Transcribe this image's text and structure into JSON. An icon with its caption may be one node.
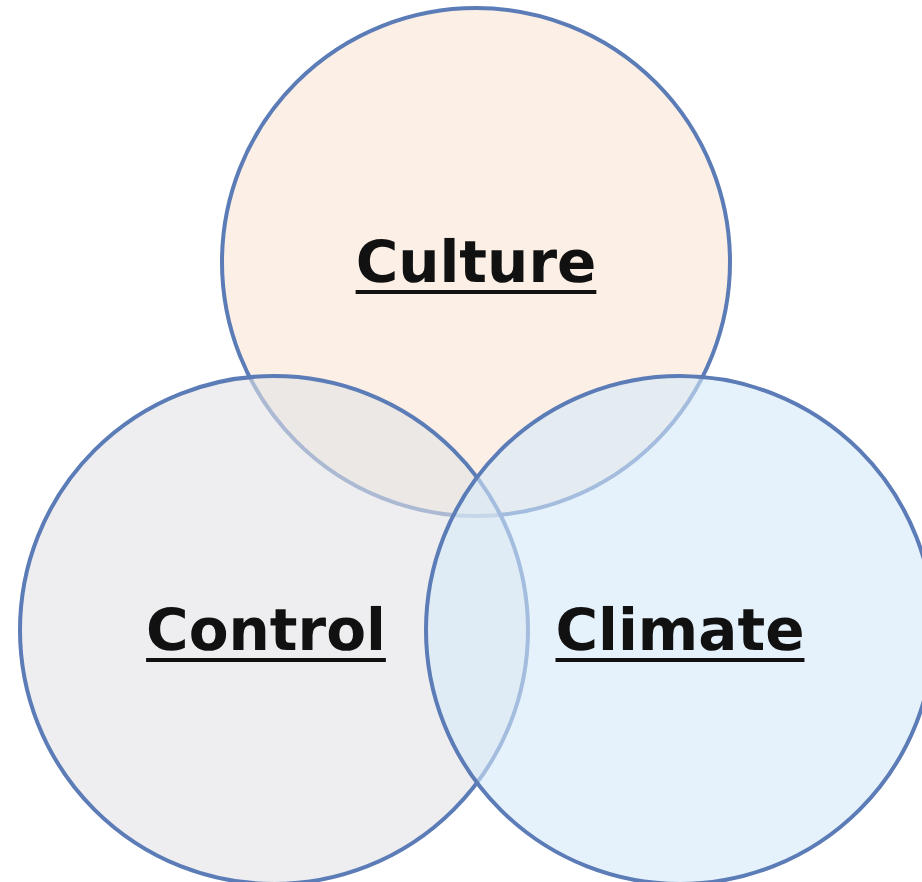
{
  "diagram": {
    "nodes": [
      {
        "text": [
          "Culture"
        ]
      },
      {
        "text": [
          "Control"
        ]
      },
      {
        "text": [
          "Climate"
        ]
      }
    ]
  }
}
